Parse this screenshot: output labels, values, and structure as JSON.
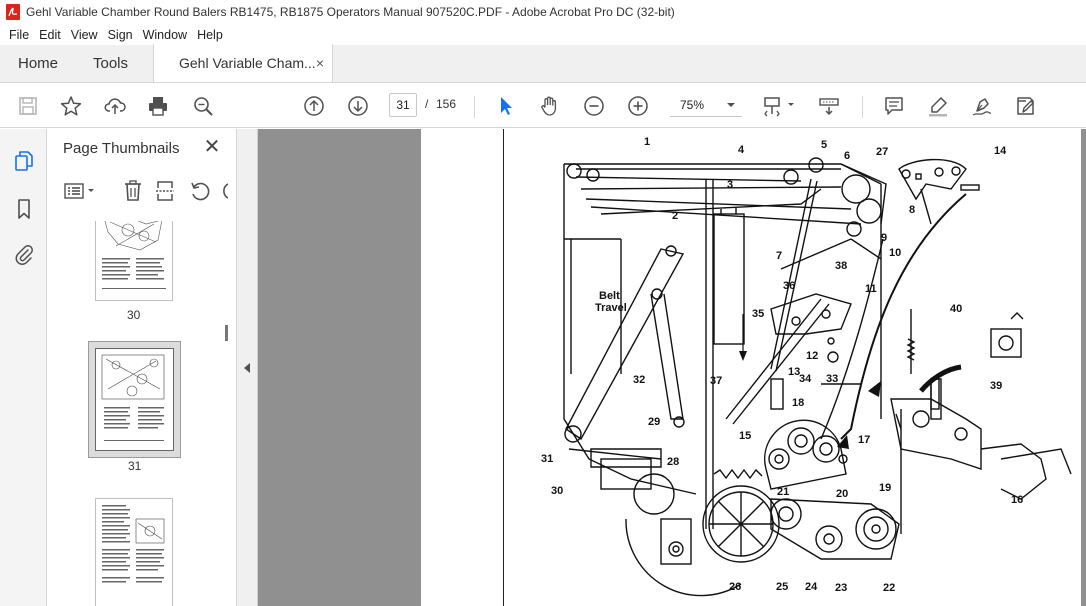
{
  "window": {
    "title": "Gehl Variable Chamber Round Balers RB1475, RB1875 Operators Manual 907520C.PDF - Adobe Acrobat Pro DC (32-bit)"
  },
  "menu": [
    "File",
    "Edit",
    "View",
    "Sign",
    "Window",
    "Help"
  ],
  "tabs": {
    "home": "Home",
    "tools": "Tools",
    "document": "Gehl Variable Cham...",
    "close_glyph": "×"
  },
  "toolbar": {
    "current_page": "31",
    "page_separator": "/",
    "total_pages": "156",
    "zoom": "75%"
  },
  "thumbnails": {
    "title": "Page Thumbnails",
    "close_glyph": "✕",
    "pages": [
      {
        "label": "30"
      },
      {
        "label": "31",
        "selected": true
      },
      {
        "label": ""
      }
    ]
  },
  "diagram": {
    "annotation": "Belt\nTravel",
    "annotation_line1": "Belt",
    "annotation_line2": "Travel",
    "callouts": [
      "1",
      "2",
      "3",
      "4",
      "5",
      "6",
      "7",
      "8",
      "9",
      "10",
      "11",
      "12",
      "13",
      "14",
      "15",
      "16",
      "17",
      "18",
      "19",
      "20",
      "21",
      "22",
      "23",
      "24",
      "25",
      "26",
      "27",
      "28",
      "29",
      "30",
      "31",
      "32",
      "33",
      "34",
      "35",
      "36",
      "37",
      "38",
      "39",
      "40"
    ]
  },
  "colors": {
    "accent": "#1473e6",
    "toolbar_icon": "#505050",
    "doc_background": "#909090"
  }
}
